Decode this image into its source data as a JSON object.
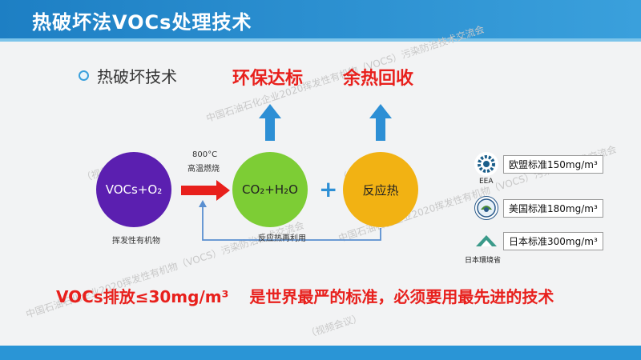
{
  "header": {
    "title": "热破坏法VOCs处理技术"
  },
  "bullet": {
    "text": "热破坏技术"
  },
  "goals": {
    "left": "环保达标",
    "right": "余热回收"
  },
  "diagram": {
    "input_circle": "VOCs+O₂",
    "input_caption": "挥发性有机物",
    "condition_temp": "800°C",
    "condition_name": "高温燃烧",
    "product_circle": "CO₂+H₂O",
    "plus": "+",
    "heat_circle": "反应热",
    "recycle_label": "反应热再利用"
  },
  "standards": [
    {
      "org": "EEA",
      "text": "欧盟标准150mg/m³",
      "icon": "eea-logo-icon"
    },
    {
      "org": "",
      "text": "美国标准180mg/m³",
      "icon": "epa-logo-icon"
    },
    {
      "org": "日本環境省",
      "text": "日本标准300mg/m³",
      "icon": "japan-moe-logo-icon"
    }
  ],
  "conclusion": {
    "part_a": "VOCs排放≤30mg/m³",
    "part_b": "是世界最严的标准，必须要用最先进的技术"
  },
  "watermark": {
    "line1": "中国石油石化企业2020挥发性有机物（VOCS）污染防治技术交流会",
    "line2": "（视频会议）"
  },
  "colors": {
    "header": "#1d7fc4",
    "accent_red": "#e8201c",
    "arrow_blue": "#2d8fd5",
    "purple": "#5b1fb0",
    "green": "#7dcd35",
    "orange": "#f2b213"
  }
}
